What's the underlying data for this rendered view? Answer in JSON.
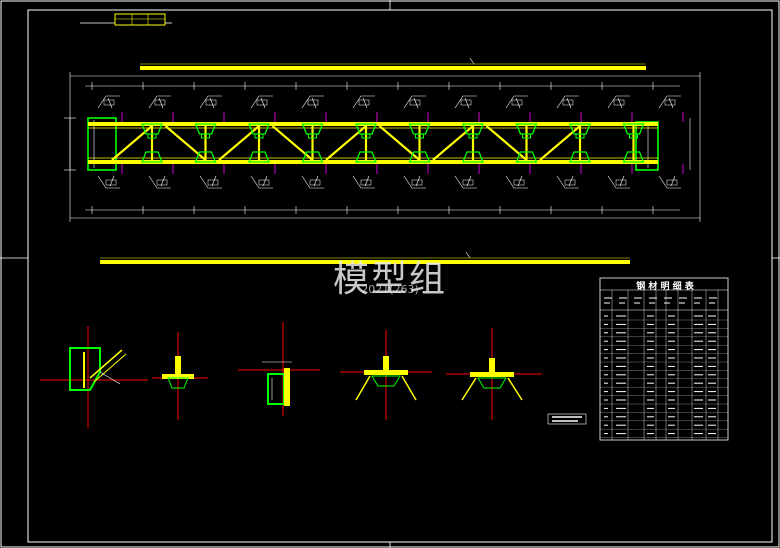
{
  "drawing": {
    "watermark": "模型组",
    "watermark_sub": "2021(263)",
    "table_title": "钢 材 明 细 表",
    "colors": {
      "background": "#000000",
      "frame": "#ffffff",
      "chord": "#ffff00",
      "member": "#00ff00",
      "axis": "#ff0000",
      "dimension": "#ffffff",
      "weld": "#ff00ff"
    }
  }
}
